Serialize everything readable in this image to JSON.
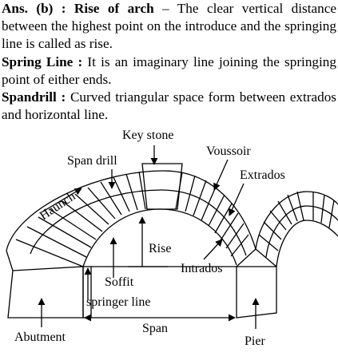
{
  "paragraphs": [
    {
      "term": "Ans. (b) : Rise of arch",
      "text": " – The clear vertical distance between the highest point on the introduce and the springing line is called as rise."
    },
    {
      "term": "Spring Line :",
      "text": " It is an imaginary line joining the springing  point of either ends."
    },
    {
      "term": "Spandrill :",
      "text": " Curved triangular space form between extrados and horizontal line."
    }
  ],
  "diagram_labels": {
    "key_stone": "Key stone",
    "voussoir": "Voussoir",
    "span_drill": "Span drill",
    "extrados": "Extrados",
    "haunch": "Haunch",
    "rise": "Rise",
    "intrados": "Intrados",
    "soffit": "Soffit",
    "springer_line": "springer line",
    "span": "Span",
    "abutment": "Abutment",
    "pier": "Pier"
  }
}
